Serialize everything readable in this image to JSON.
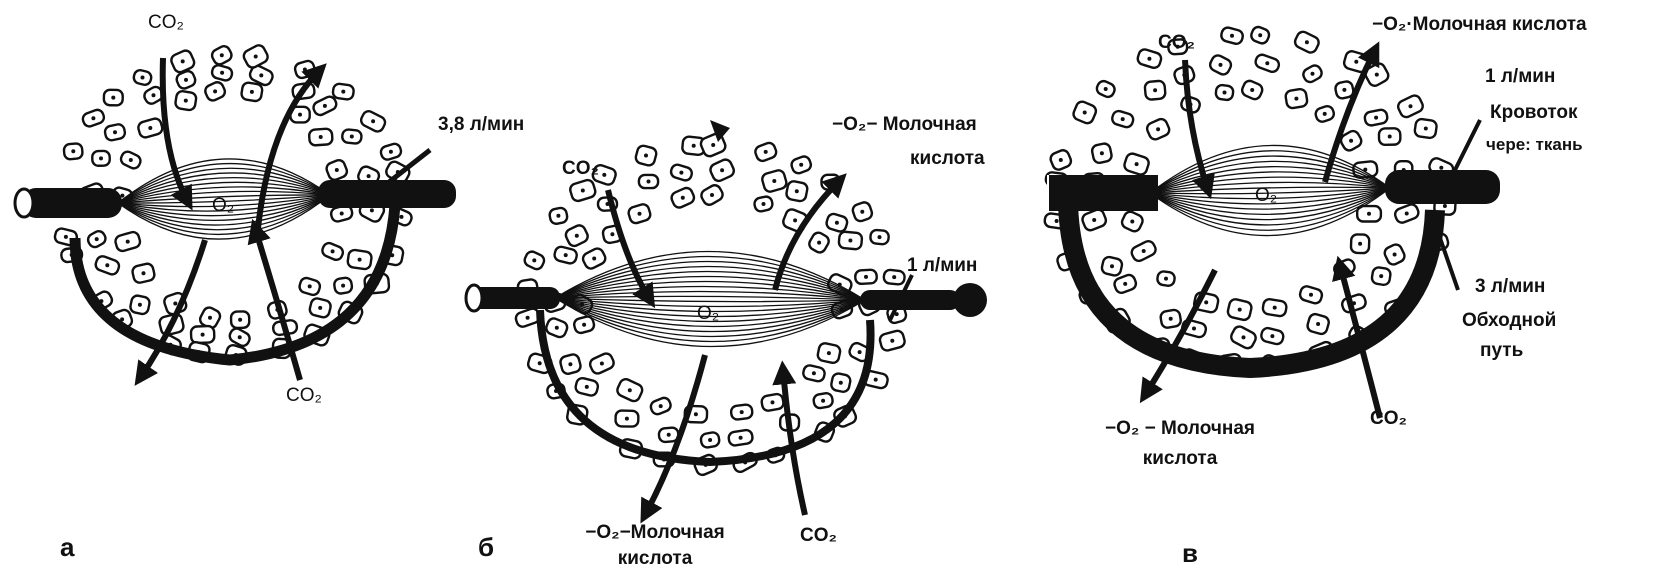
{
  "panels": [
    {
      "id": "a",
      "letter": "а",
      "labels": {
        "co2_top": "CO₂",
        "flow": "3,8 л/мин",
        "o2_center": "O₂",
        "co2_bottom": "CO₂"
      }
    },
    {
      "id": "b",
      "letter": "б",
      "labels": {
        "co2_top": "CO₂",
        "lactic_top_line1": "−O₂−  Молочная",
        "lactic_top_line2": "кислота",
        "flow": "1 л/мин",
        "o2_center": "O₂",
        "lactic_bottom_line1": "−O₂−Молочная",
        "lactic_bottom_line2": "кислота",
        "co2_bottom": "CO₂"
      }
    },
    {
      "id": "c",
      "letter": "в",
      "labels": {
        "co2_top": "CO₂",
        "lactic_top": "−O₂·Молочная кислота",
        "flow_tissue": "1 л/мин",
        "tissue_line1": "Кровоток",
        "tissue_line2": "чере: ткань",
        "o2_center": "O₂",
        "flow_bypass": "3 л/мин",
        "bypass_line1": "Обходной",
        "bypass_line2": "путь",
        "lactic_bottom_line1": "−O₂ − Молочная",
        "lactic_bottom_line2": "кислота",
        "co2_bottom": "CO₂"
      }
    }
  ],
  "colors": {
    "ink": "#111111",
    "paper": "#ffffff"
  }
}
